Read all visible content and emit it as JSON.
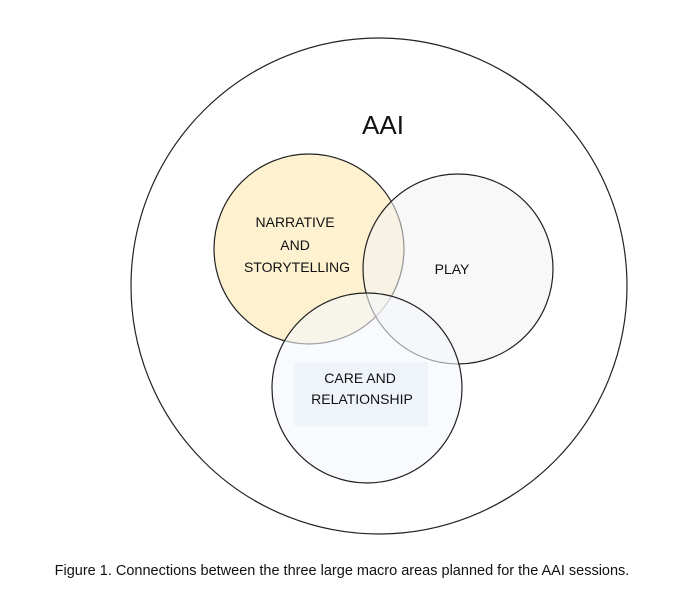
{
  "diagram": {
    "outer_label": "AAI",
    "areas": [
      {
        "id": "narrative",
        "label_lines": [
          "NARRATIVE",
          "AND",
          "STORYTELLING"
        ],
        "fill": "#fdf0cc"
      },
      {
        "id": "play",
        "label_lines": [
          "PLAY"
        ],
        "fill": "#f2f2f2"
      },
      {
        "id": "care",
        "label_lines": [
          "CARE AND",
          "RELATIONSHIP"
        ],
        "fill": "#f3f7fb"
      }
    ],
    "colors": {
      "stroke": "#222222",
      "outer_fill": "#ffffff",
      "care_label_box": "#eaf1f8"
    }
  },
  "caption": "Figure 1. Connections between the three large macro areas planned for the AAI sessions."
}
